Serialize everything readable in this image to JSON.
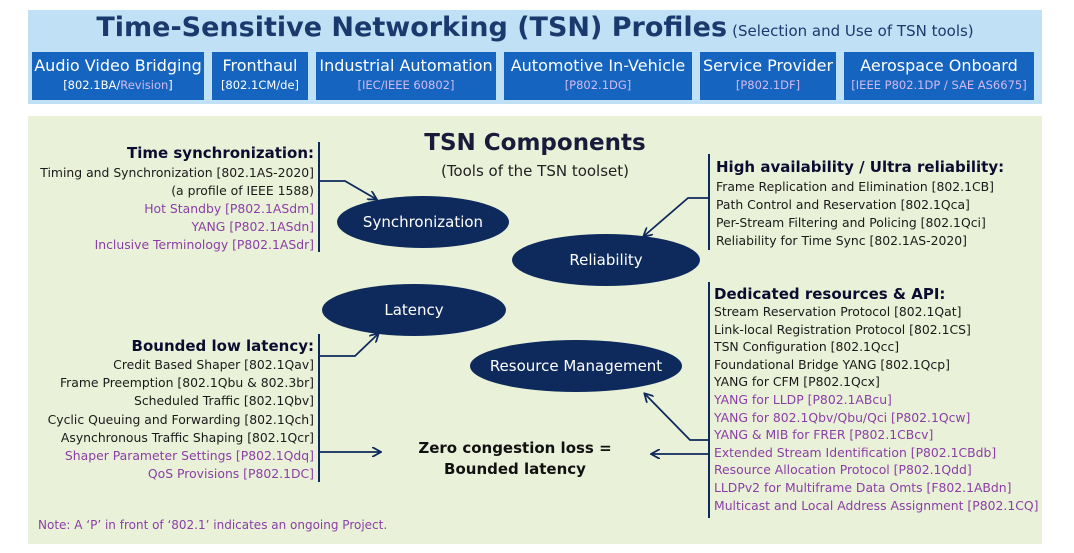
{
  "header": {
    "title": "Time-Sensitive Networking (TSN) Profiles",
    "subtitle": "(Selection and Use of TSN tools)"
  },
  "profiles": [
    {
      "name": "Audio Video Bridging",
      "std_a": "[802.1BA/",
      "std_b": "Revision",
      "std_c": "]"
    },
    {
      "name": "Fronthaul",
      "std_a": "[802.1CM/de]",
      "std_b": "",
      "std_c": ""
    },
    {
      "name": "Industrial Automation",
      "std_a": "",
      "std_b": "[IEC/IEEE 60802]",
      "std_c": ""
    },
    {
      "name": "Automotive In-Vehicle",
      "std_a": "",
      "std_b": "[P802.1DG]",
      "std_c": ""
    },
    {
      "name": "Service Provider",
      "std_a": "",
      "std_b": "[P802.1DF]",
      "std_c": ""
    },
    {
      "name": "Aerospace Onboard",
      "std_a": "",
      "std_b": "[IEEE P802.1DP / SAE AS6675]",
      "std_c": ""
    }
  ],
  "components": {
    "title": "TSN Components",
    "subtitle": "(Tools of the TSN toolset)"
  },
  "ellipses": {
    "synchronization": "Synchronization",
    "reliability": "Reliability",
    "latency": "Latency",
    "resource_management": "Resource Management"
  },
  "time_sync": {
    "heading": "Time synchronization:",
    "items": [
      {
        "text": "Timing and Synchronization [802.1AS-2020]",
        "project": false
      },
      {
        "text": "(a profile of IEEE 1588)",
        "project": false
      },
      {
        "text": "Hot Standby [P802.1ASdm]",
        "project": true
      },
      {
        "text": "YANG [P802.1ASdn]",
        "project": true
      },
      {
        "text": "Inclusive Terminology [P802.1ASdr]",
        "project": true
      }
    ]
  },
  "reliability": {
    "heading": "High availability / Ultra reliability:",
    "items": [
      {
        "text": "Frame Replication and Elimination [802.1CB]",
        "project": false
      },
      {
        "text": "Path Control and Reservation [802.1Qca]",
        "project": false
      },
      {
        "text": "Per-Stream Filtering and Policing [802.1Qci]",
        "project": false
      },
      {
        "text": "Reliability for Time Sync [802.1AS-2020]",
        "project": false
      }
    ]
  },
  "latency": {
    "heading": "Bounded low latency:",
    "items": [
      {
        "text": "Credit Based Shaper [802.1Qav]",
        "project": false
      },
      {
        "text": "Frame Preemption [802.1Qbu & 802.3br]",
        "project": false
      },
      {
        "text": "Scheduled Traffic [802.1Qbv]",
        "project": false
      },
      {
        "text": "Cyclic Queuing and Forwarding [802.1Qch]",
        "project": false
      },
      {
        "text": "Asynchronous Traffic Shaping [802.1Qcr]",
        "project": false
      },
      {
        "text": "Shaper Parameter Settings [P802.1Qdq]",
        "project": true
      },
      {
        "text": "QoS Provisions [P802.1DC]",
        "project": true
      }
    ]
  },
  "resources": {
    "heading": "Dedicated resources & API:",
    "items": [
      {
        "text": "Stream Reservation Protocol [802.1Qat]",
        "project": false
      },
      {
        "text": "Link-local Registration Protocol [802.1CS]",
        "project": false
      },
      {
        "text": "TSN Configuration [802.1Qcc]",
        "project": false
      },
      {
        "text": "Foundational Bridge YANG [802.1Qcp]",
        "project": false
      },
      {
        "text": "YANG for CFM [P802.1Qcx]",
        "project": false
      },
      {
        "text": "YANG for LLDP [P802.1ABcu]",
        "project": true
      },
      {
        "text": "YANG for 802.1Qbv/Qbu/Qci [P802.1Qcw]",
        "project": true
      },
      {
        "text": "YANG & MIB for FRER [P802.1CBcv]",
        "project": true
      },
      {
        "text": "Extended Stream Identification [P802.1CBdb]",
        "project": true
      },
      {
        "text": "Resource Allocation Protocol [P802.1Qdd]",
        "project": true
      },
      {
        "text": "LLDPv2 for Multiframe Data Omts [F802.1ABdn]",
        "project": true
      },
      {
        "text": "Multicast and Local Address Assignment [P802.1CQ]",
        "project": true
      }
    ]
  },
  "zero_congestion": {
    "line1": "Zero congestion loss =",
    "line2": "Bounded latency"
  },
  "note": "Note: A ‘P’ in front of ‘802.1’ indicates an ongoing Project.",
  "colors": {
    "header_bg": "#bfe0f5",
    "profile_bg": "#1565c0",
    "panel_bg": "#eaf1d9",
    "ellipse": "#0e2a5c",
    "project_text": "#8a3fa6"
  }
}
